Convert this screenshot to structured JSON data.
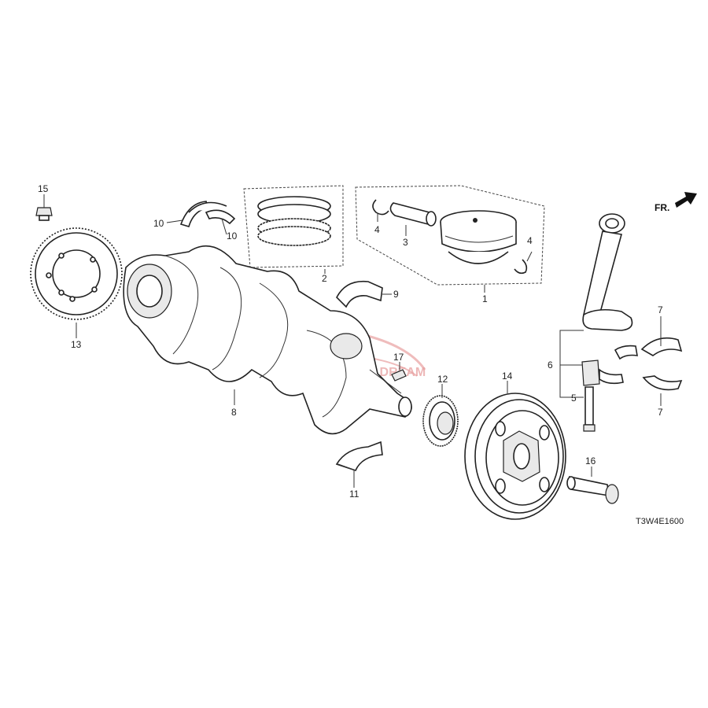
{
  "callouts": {
    "c1": "1",
    "c2": "2",
    "c3": "3",
    "c4a": "4",
    "c4b": "4",
    "c5": "5",
    "c6": "6",
    "c7a": "7",
    "c7b": "7",
    "c8": "8",
    "c9": "9",
    "c10a": "10",
    "c10b": "10",
    "c11": "11",
    "c12": "12",
    "c13": "13",
    "c14": "14",
    "c15": "15",
    "c16": "16",
    "c17": "17"
  },
  "direction_label": "FR.",
  "diagram_code": "T3W4E1600",
  "watermark": "HONDA DREAM",
  "colors": {
    "line": "#222222",
    "watermark": "#e8a0a0"
  }
}
